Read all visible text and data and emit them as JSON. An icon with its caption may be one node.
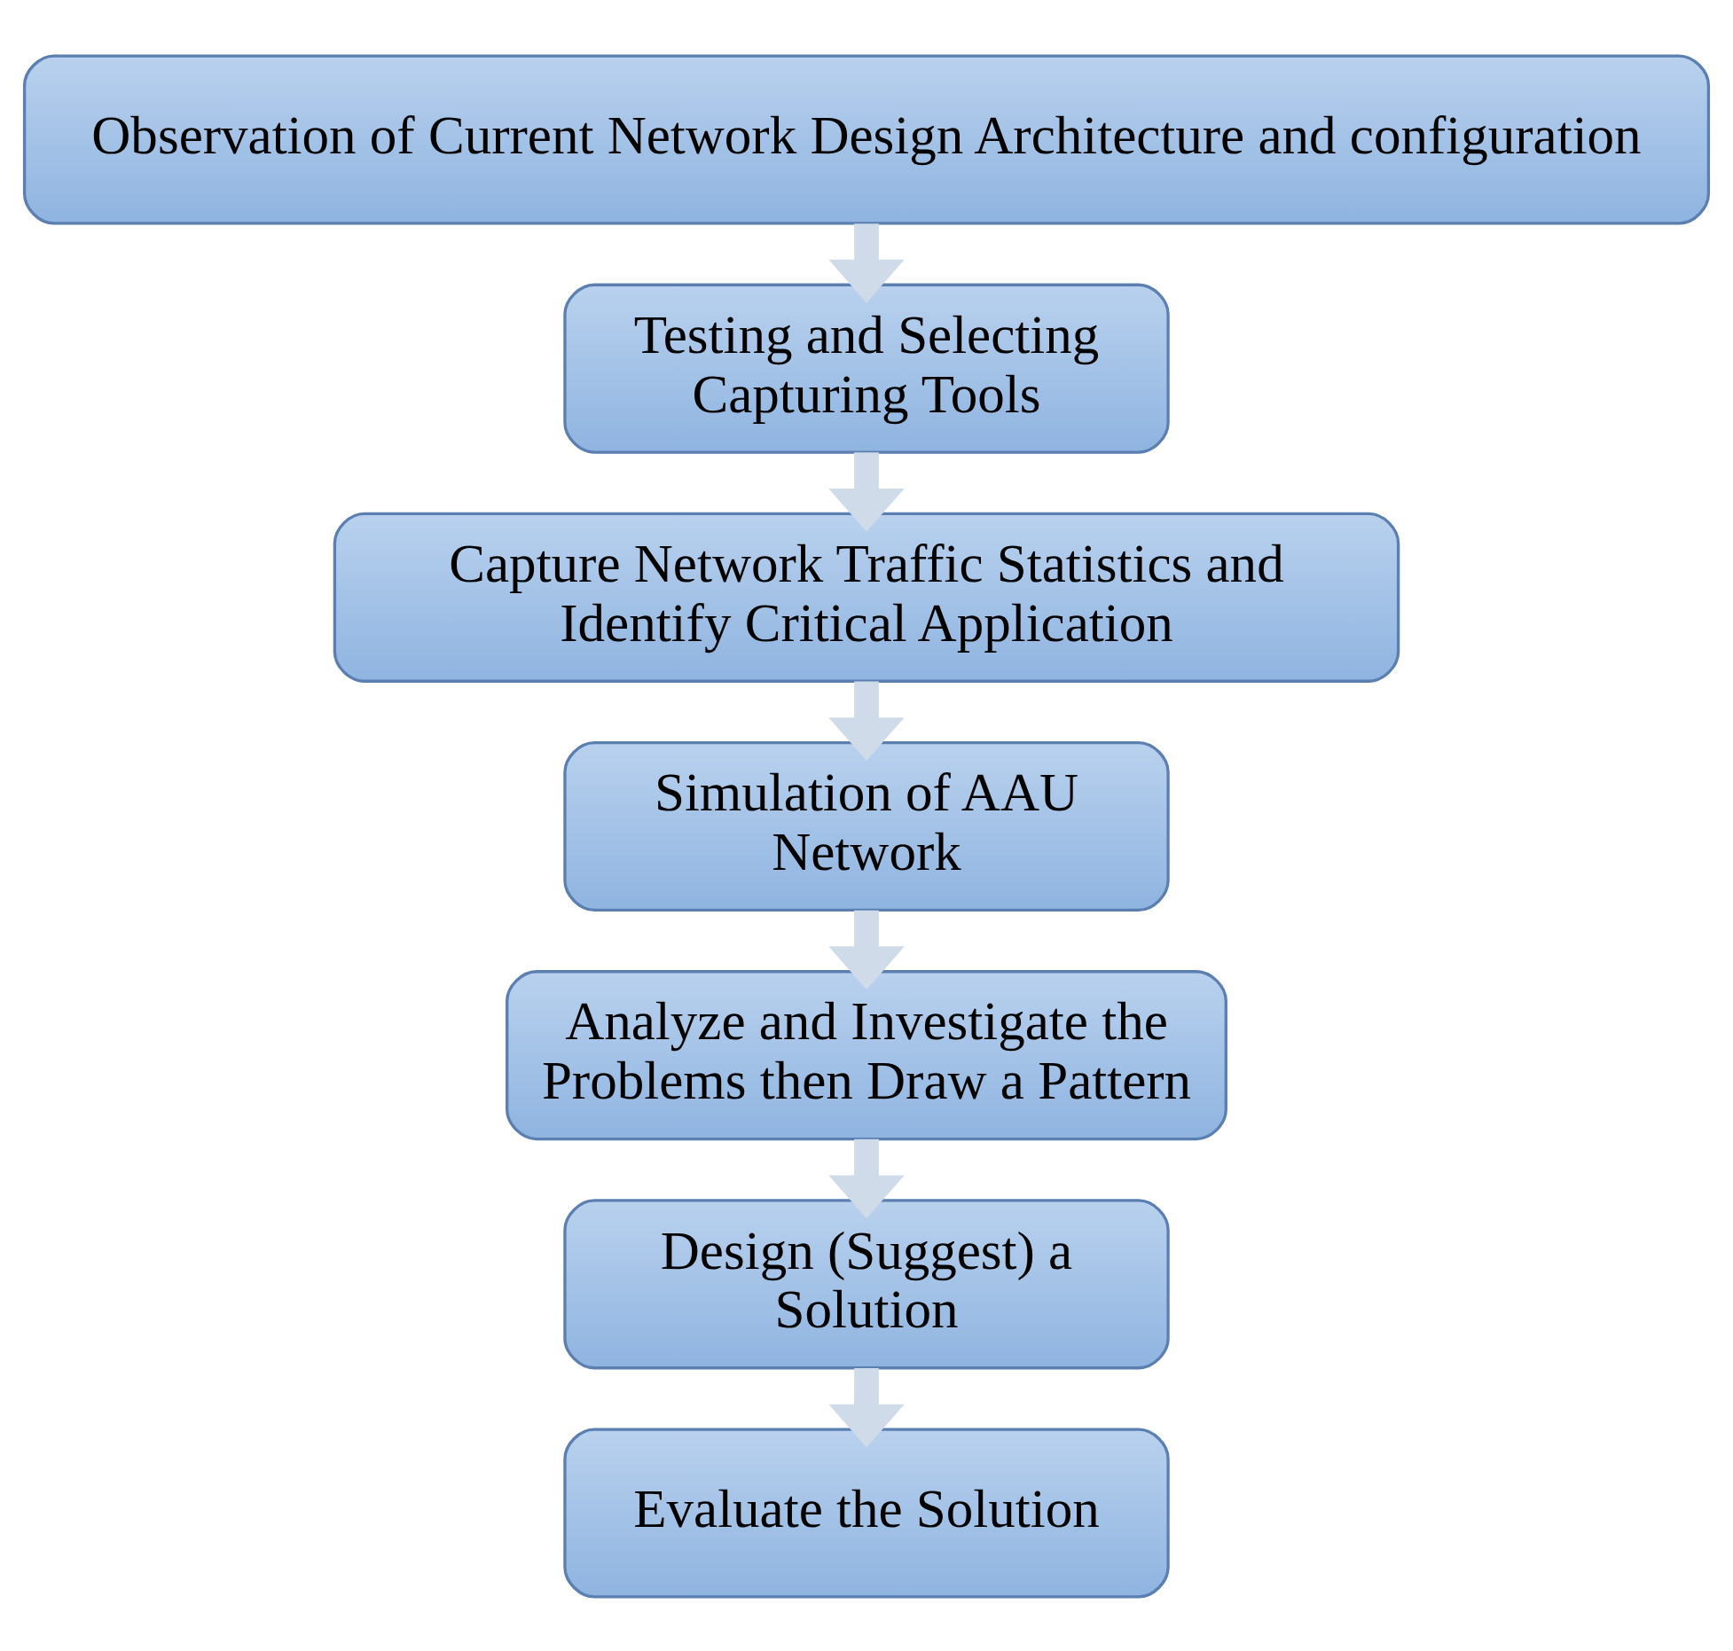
{
  "diagram": {
    "nodes": [
      {
        "text": [
          "Observation of Current Network Design Architecture and configuration"
        ]
      },
      {
        "text": [
          "Testing and Selecting Capturing Tools"
        ]
      },
      {
        "text": [
          "Capture Network Traffic Statistics and Identify Critical Application"
        ]
      },
      {
        "text": [
          "Simulation of AAU Network"
        ]
      },
      {
        "text": [
          "Analyze and Investigate the Problems then Draw a Pattern"
        ]
      },
      {
        "text": [
          "Design (Suggest) a Solution"
        ]
      },
      {
        "text": [
          "Evaluate the Solution"
        ]
      }
    ],
    "edges": [
      {
        "from": 0,
        "to": 1,
        "arrow": "to"
      },
      {
        "from": 1,
        "to": 2,
        "arrow": "to"
      },
      {
        "from": 2,
        "to": 3,
        "arrow": "to"
      },
      {
        "from": 3,
        "to": 4,
        "arrow": "to"
      },
      {
        "from": 4,
        "to": 5,
        "arrow": "to"
      },
      {
        "from": 5,
        "to": 6,
        "arrow": "to"
      }
    ]
  }
}
